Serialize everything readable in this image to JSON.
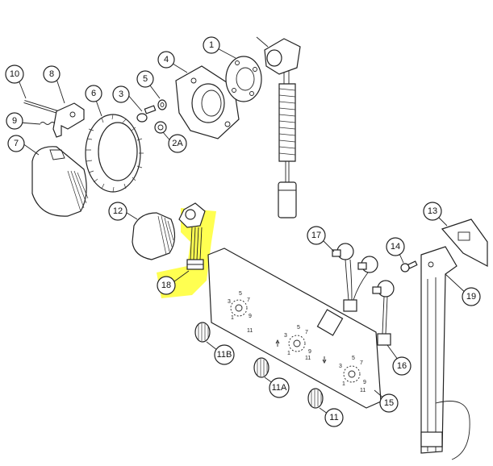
{
  "callouts": {
    "c1": "1",
    "c2A": "2A",
    "c3": "3",
    "c4": "4",
    "c5": "5",
    "c6": "6",
    "c7": "7",
    "c8": "8",
    "c9": "9",
    "c10": "10",
    "c11": "11",
    "c11A": "11A",
    "c11B": "11B",
    "c12": "12",
    "c13": "13",
    "c14": "14",
    "c15": "15",
    "c16": "16",
    "c17": "17",
    "c18": "18",
    "c19": "19"
  },
  "dials": {
    "left": {
      "n3": "3",
      "n5": "5",
      "n7": "7",
      "n9": "9",
      "n11": "11",
      "n1": "1"
    },
    "center": {
      "n3": "3",
      "n5": "5",
      "n7": "7",
      "n9": "9",
      "n11": "11",
      "n1": "1"
    },
    "right": {
      "n3": "3",
      "n5": "5",
      "n7": "7",
      "n9": "9",
      "n11": "11",
      "n1": "1"
    }
  },
  "colors": {
    "highlight": "#ffff33",
    "line": "#222222",
    "background": "#ffffff"
  },
  "highlighted_part": "18"
}
